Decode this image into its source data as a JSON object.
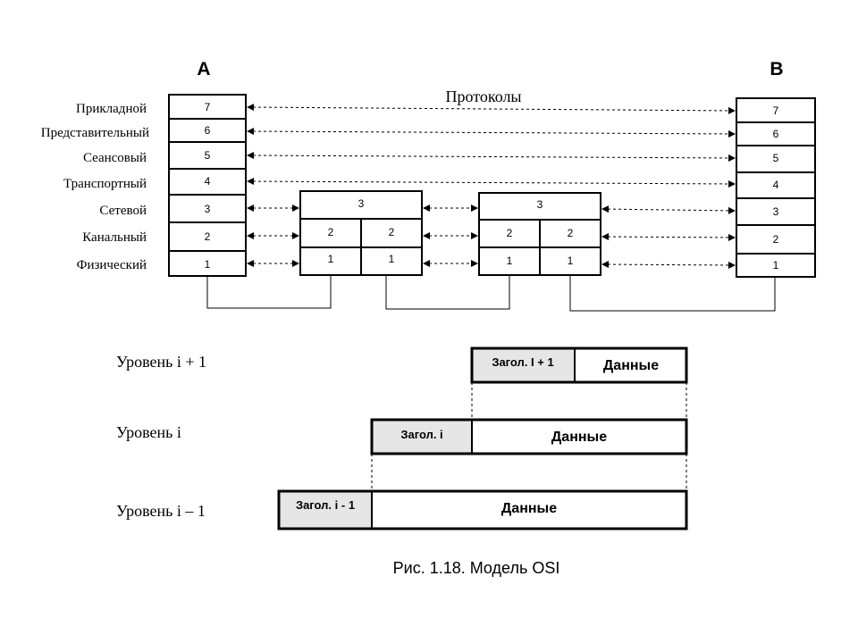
{
  "stack_a_label": "A",
  "stack_b_label": "B",
  "protocols_label": "Протоколы",
  "layers": [
    {
      "name": "Прикладной",
      "num": "7"
    },
    {
      "name": "Представительный",
      "num": "6"
    },
    {
      "name": "Сеансовый",
      "num": "5"
    },
    {
      "name": "Транспортный",
      "num": "4"
    },
    {
      "name": "Сетевой",
      "num": "3"
    },
    {
      "name": "Канальный",
      "num": "2"
    },
    {
      "name": "Физический",
      "num": "1"
    }
  ],
  "router1": {
    "top": "3",
    "mid_left": "2",
    "mid_right": "2",
    "bot_left": "1",
    "bot_right": "1"
  },
  "router2": {
    "top": "3",
    "mid_left": "2",
    "mid_right": "2",
    "bot_left": "1",
    "bot_right": "1"
  },
  "encapsulation": {
    "level_plus": {
      "label": "Уровень i + 1",
      "header": "Загол. I + 1",
      "data": "Данные"
    },
    "level_i": {
      "label": "Уровень i",
      "header": "Загол. i",
      "data": "Данные"
    },
    "level_minus": {
      "label": "Уровень i – 1",
      "header": "Загол. i - 1",
      "data": "Данные"
    }
  },
  "caption": "Рис. 1.18. Модель OSI",
  "colors": {
    "line": "#000000",
    "header_fill": "#e6e6e6",
    "background": "#ffffff"
  }
}
